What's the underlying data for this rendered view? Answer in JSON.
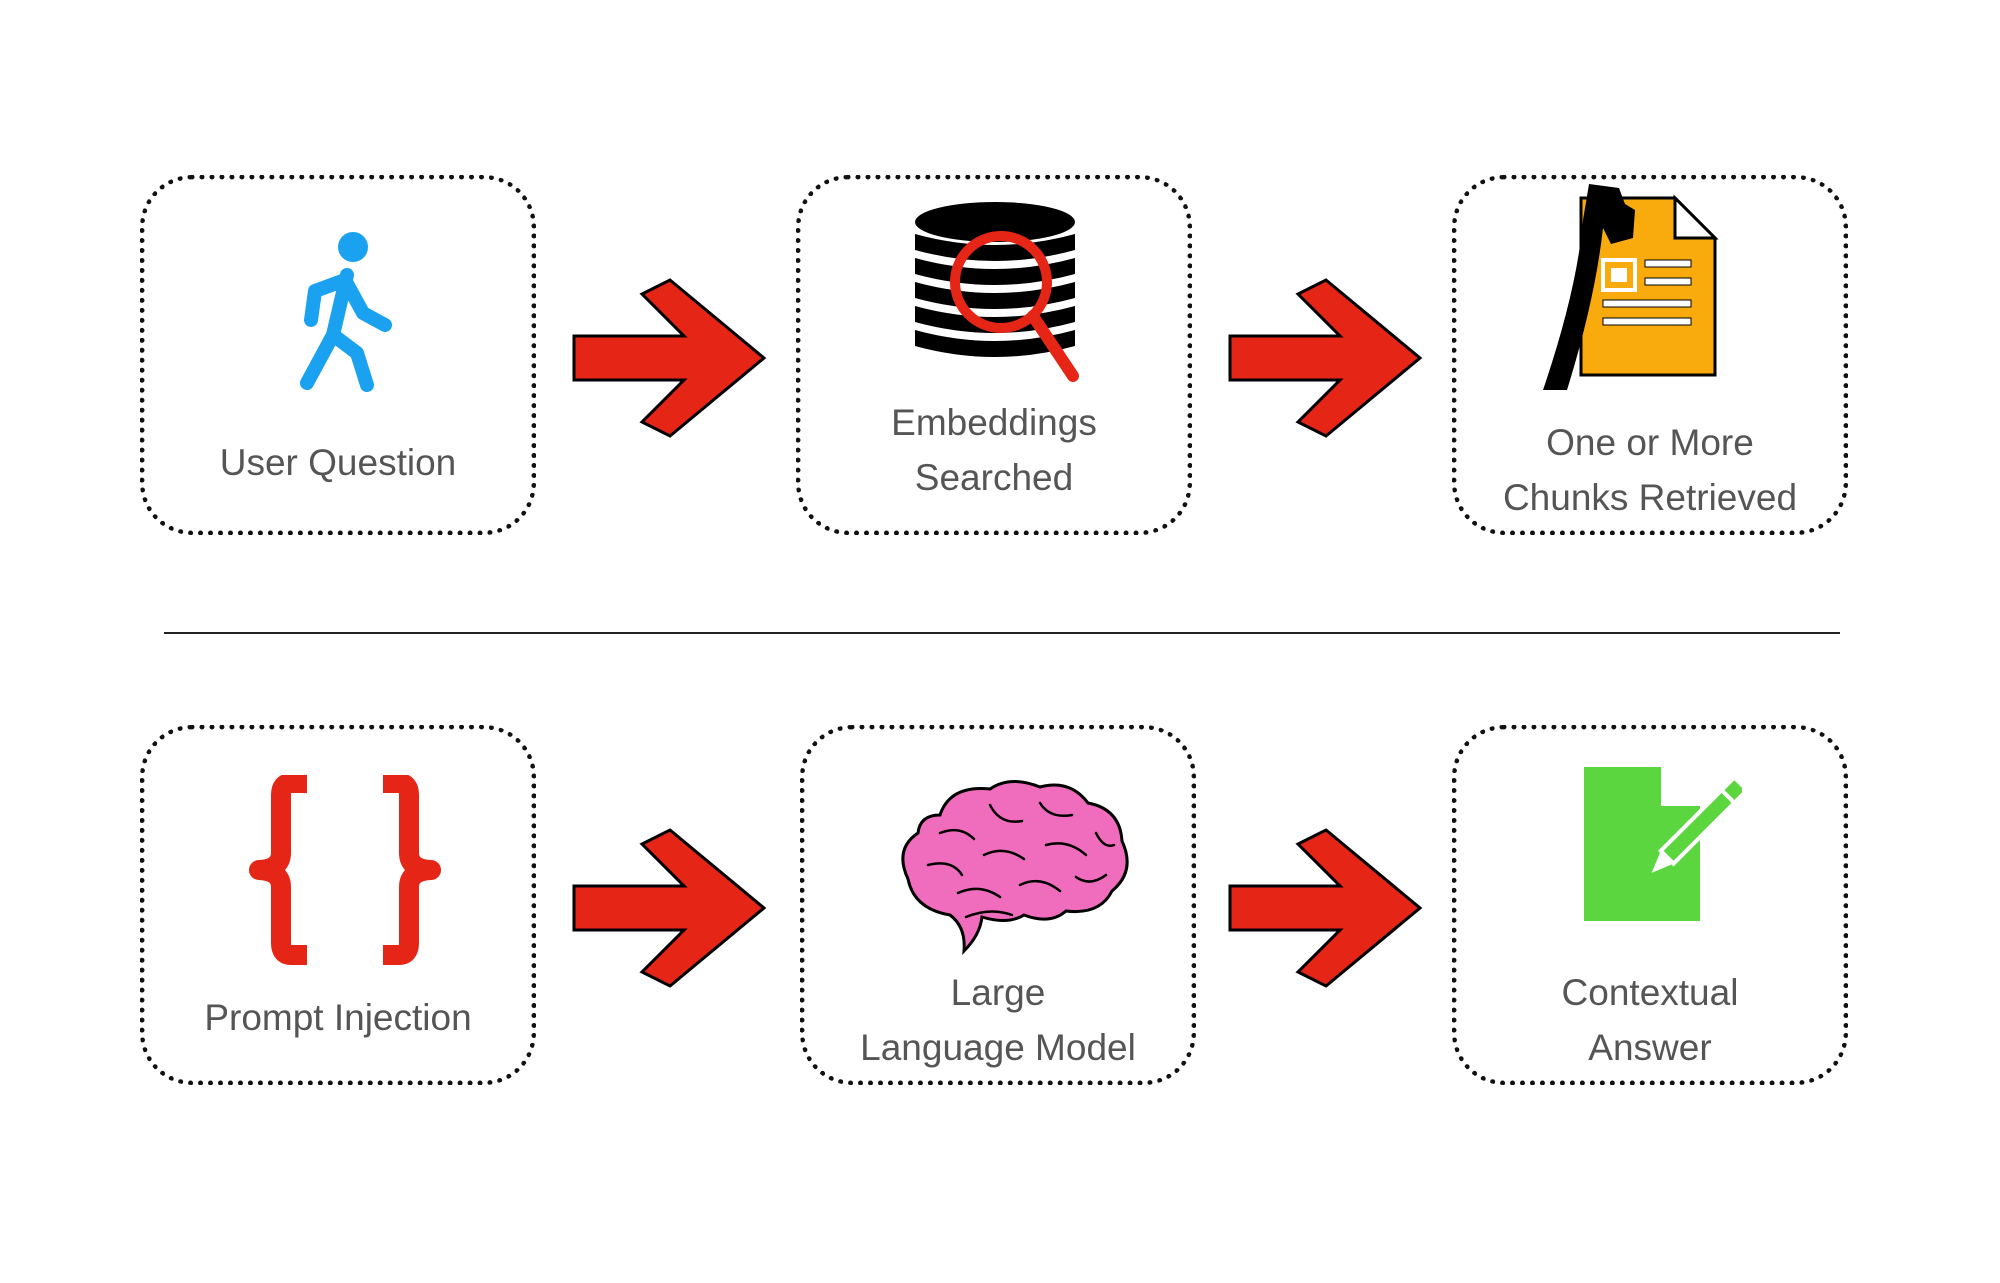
{
  "steps": {
    "user_question": {
      "label": "User Question",
      "icon": "walking-person-icon",
      "color": "#1aa1f0"
    },
    "embeddings": {
      "line1": "Embeddings",
      "line2": "Searched",
      "icon": "database-search-icon",
      "color": "#e52516"
    },
    "chunks": {
      "line1": "One or More",
      "line2": "Chunks Retrieved",
      "icon": "axe-document-icon",
      "color": "#f9ab0e"
    },
    "prompt": {
      "label": "Prompt Injection",
      "icon": "curly-braces-icon",
      "color": "#e52516"
    },
    "llm": {
      "line1": "Large",
      "line2": "Language Model",
      "icon": "brain-icon",
      "color": "#f06dbd"
    },
    "answer": {
      "line1": "Contextual",
      "line2": "Answer",
      "icon": "document-pencil-icon",
      "color": "#5bd63e"
    }
  },
  "arrow_color": "#e52516"
}
